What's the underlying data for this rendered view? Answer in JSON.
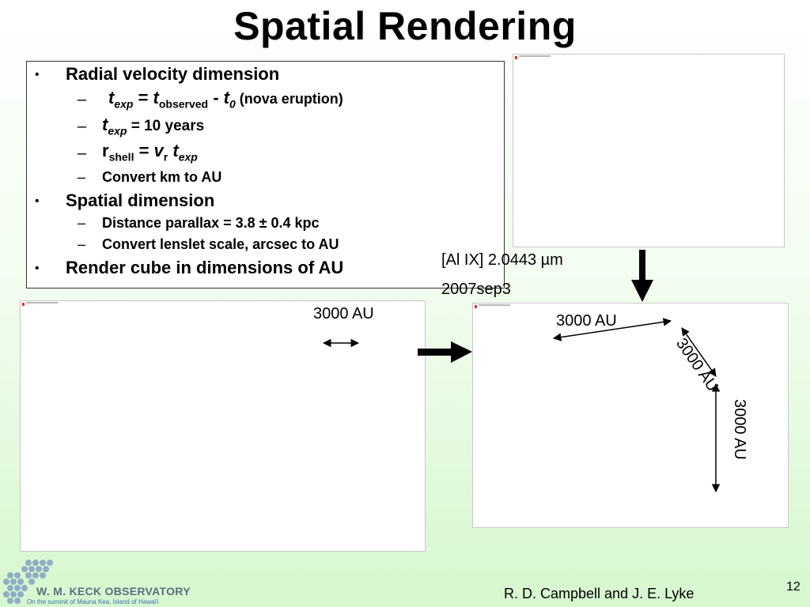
{
  "slide": {
    "title": "Spatial Rendering",
    "page_number": "12",
    "credit": "R. D. Campbell and J. E. Lyke"
  },
  "bullets": {
    "b1": "Radial velocity dimension",
    "eq1": {
      "t": "t",
      "exp": "exp",
      "eq": " = ",
      "t2": "t",
      "observed": "observed",
      "minus": " - ",
      "t3": "t",
      "zero": "0",
      "note": " (nova eruption)"
    },
    "eq2": {
      "t": "t",
      "exp": "exp",
      "rest": " = 10 years"
    },
    "eq3": {
      "r": "r",
      "shell": "shell",
      "eq": " = ",
      "v": "v",
      "r_sub": "r",
      "t": "t",
      "exp": "exp"
    },
    "convert_km": "Convert km to AU",
    "b2": "Spatial dimension",
    "parallax": "Distance parallax = 3.8 ± 0.4 kpc",
    "lenslet": "Convert lenslet scale, arcsec to AU",
    "b3": "Render cube in dimensions of AU"
  },
  "labels": {
    "line": "[Al IX] 2.0443 µm",
    "date": "2007sep3",
    "au_left": "3000 AU",
    "au_top": "3000 AU",
    "au_diag": "3000 AU",
    "au_vert": "3000 AU"
  },
  "logo": {
    "name": "W. M. KECK OBSERVATORY",
    "tagline": "On the summit of Mauna Kea, Island of Hawai'i"
  }
}
